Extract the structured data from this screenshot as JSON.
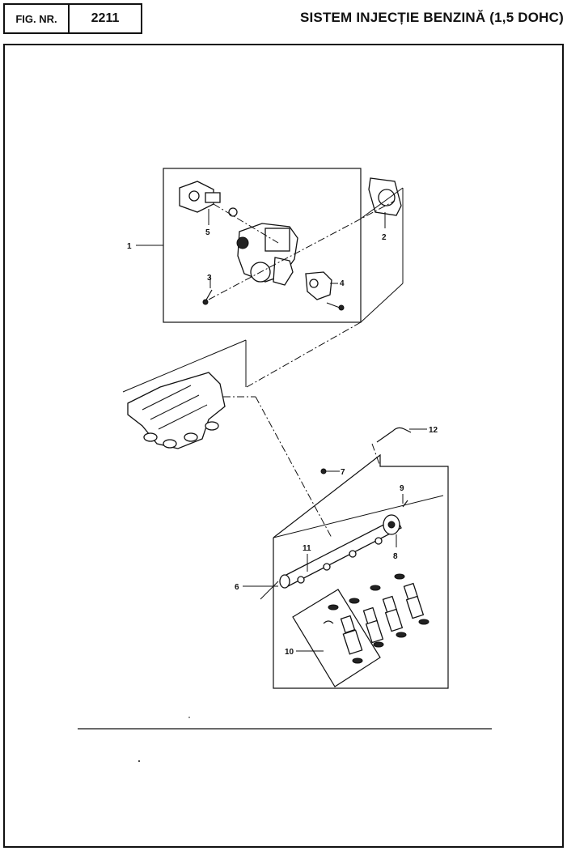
{
  "header": {
    "fig_label": "FIG. NR.",
    "fig_number": "2211",
    "title": "SISTEM INJECȚIE BENZINĂ (1,5 DOHC)"
  },
  "callouts": [
    "1",
    "2",
    "3",
    "4",
    "5",
    "6",
    "7",
    "8",
    "9",
    "10",
    "11",
    "12"
  ]
}
